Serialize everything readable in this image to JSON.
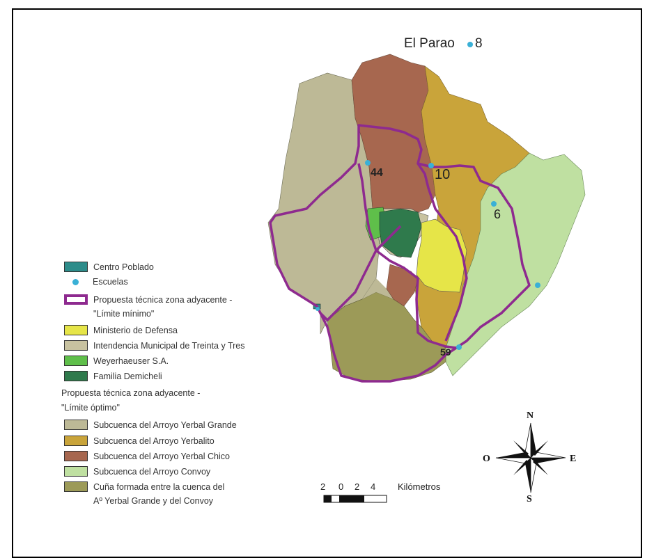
{
  "map": {
    "place_labels": {
      "el_parao": "El Parao",
      "el_parao_num": "8",
      "school_44": "44",
      "school_10": "10",
      "school_6": "6",
      "school_59": "59"
    },
    "colors": {
      "yerbal_grande": "#bdb996",
      "yerbalito": "#c9a43a",
      "yerbal_chico": "#a7674f",
      "convoy": "#bfe0a1",
      "cuna": "#9c9a58",
      "ministerio": "#e6e548",
      "intendencia": "#c8c2a0",
      "weyerhaeuser": "#5fbf4a",
      "demicheli": "#2f7a4c",
      "centro_poblado": "#2d8c8a",
      "escuelas": "#3ab0d6",
      "limite_minimo": "#8e2a8f"
    }
  },
  "legend": {
    "centro_poblado": "Centro Poblado",
    "escuelas": "Escuelas",
    "limite_minimo_1": "Propuesta técnica zona adyacente -",
    "limite_minimo_2": "\"Límite mínimo\"",
    "ministerio": "Ministerio de Defensa",
    "intendencia": "Intendencia Municipal de Treinta y Tres",
    "weyerhaeuser": "Weyerhaeuser S.A.",
    "demicheli": "Familia Demicheli",
    "optimo_1": "Propuesta técnica zona adyacente -",
    "optimo_2": "\"Límite óptimo\"",
    "yerbal_grande": "Subcuenca del Arroyo Yerbal Grande",
    "yerbalito": "Subcuenca del Arroyo Yerbalito",
    "yerbal_chico": "Subcuenca del Arroyo Yerbal Chico",
    "convoy": "Subcuenca del Arroyo Convoy",
    "cuna_1": "Cuña formada entre la cuenca del",
    "cuna_2": "Aº Yerbal Grande y del Convoy"
  },
  "scale_bar": {
    "ticks": [
      "2",
      "0",
      "2",
      "4"
    ],
    "unit": "Kilómetros"
  },
  "compass": {
    "n": "N",
    "s": "S",
    "e": "E",
    "o": "O"
  }
}
